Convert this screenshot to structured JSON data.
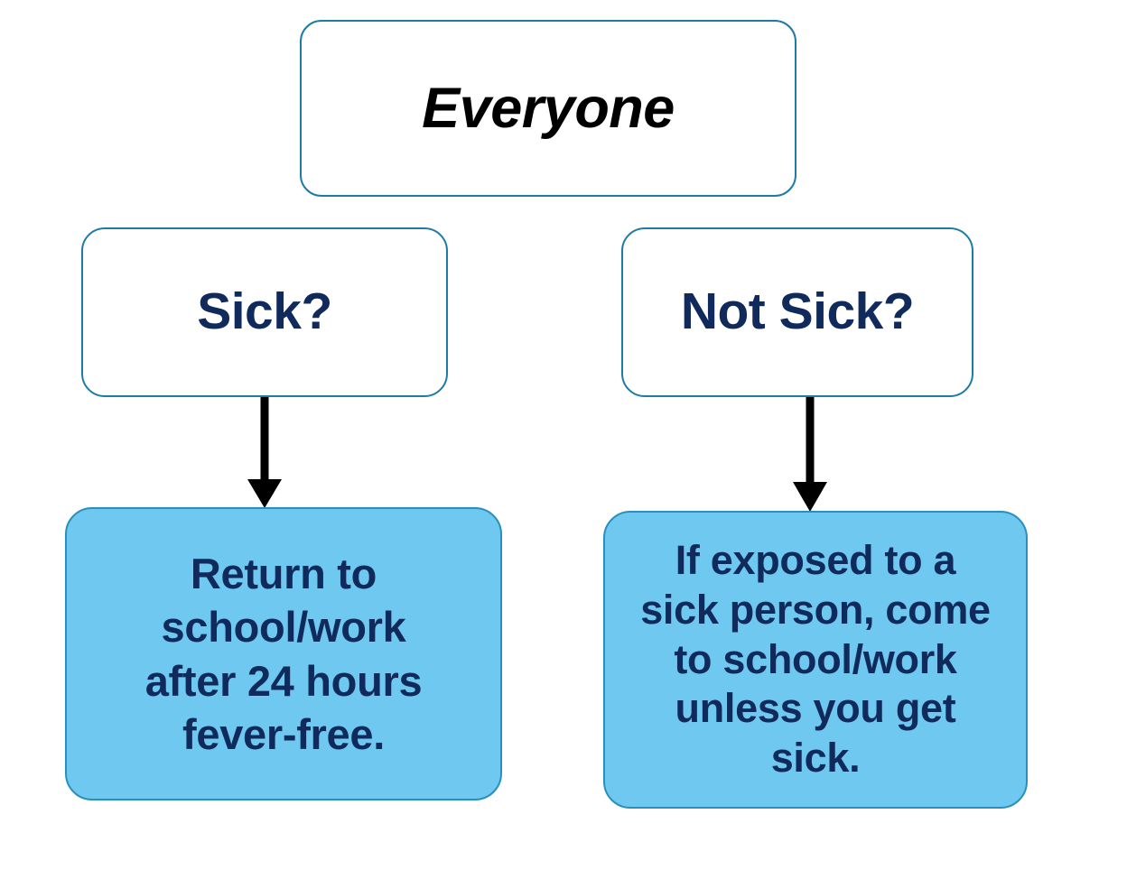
{
  "diagram": {
    "type": "flowchart",
    "title": "Everyone sick / not sick return-to-school-or-work decision chart",
    "background_color": "#FFFFFF",
    "palette": {
      "outline_border": "#1E7BA6",
      "outline_fill": "#FFFFFF",
      "filled_fill": "#6FC8EF",
      "filled_border": "#2990BC",
      "navy_text": "#102A5C",
      "black_text": "#000000",
      "arrow_color": "#000000"
    },
    "nodes": {
      "root": {
        "id": "everyone",
        "label": "Everyone",
        "style": "outline",
        "text_color": "#000000",
        "italic": true
      },
      "branches": [
        {
          "id": "sick",
          "label": "Sick?",
          "style": "outline",
          "text_color": "#102A5C"
        },
        {
          "id": "not-sick",
          "label": "Not Sick?",
          "style": "outline",
          "text_color": "#102A5C"
        }
      ],
      "outcomes": [
        {
          "id": "return-to-school",
          "style": "filled",
          "text_color": "#102A5C",
          "lines": [
            "Return to",
            "school/work",
            "after 24 hours",
            "fever-free."
          ],
          "full_text": "Return to school/work after 24 hours fever-free."
        },
        {
          "id": "if-exposed",
          "style": "filled",
          "text_color": "#102A5C",
          "lines": [
            "If exposed to a",
            "sick person, come",
            "to school/work",
            "unless you get",
            "sick."
          ],
          "full_text": "If exposed to a sick person, come to school/work unless you get sick."
        }
      ]
    },
    "connectors": [
      {
        "id": "sick-to-return",
        "from": "sick",
        "to": "return-to-school",
        "shape": "down-arrow"
      },
      {
        "id": "not-sick-to-exposed",
        "from": "not-sick",
        "to": "if-exposed",
        "shape": "down-arrow"
      }
    ]
  }
}
